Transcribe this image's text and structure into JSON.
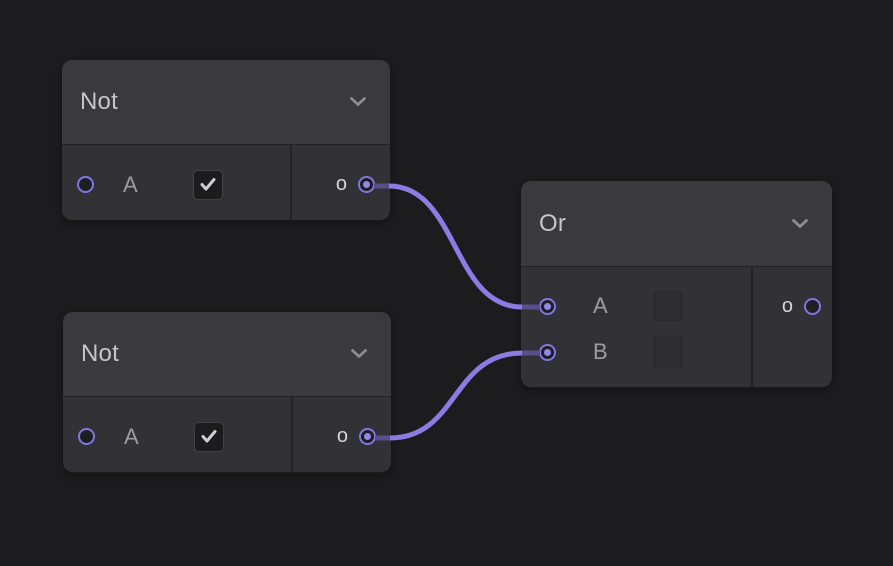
{
  "canvas": {
    "background_color": "#1c1c1e",
    "accent_color": "#8b7be4",
    "wire_color": "#8b7be4",
    "wire_stub_color": "#5a4f8a",
    "port_ring_color": "#8375e3"
  },
  "nodes": [
    {
      "id": "not-1",
      "title": "Not",
      "header_icon": "chevron-down",
      "inputs": [
        {
          "label": "A",
          "connected": false,
          "checkbox": {
            "present": true,
            "checked": true
          }
        }
      ],
      "outputs": [
        {
          "label": "o",
          "connected": true
        }
      ]
    },
    {
      "id": "not-2",
      "title": "Not",
      "header_icon": "chevron-down",
      "inputs": [
        {
          "label": "A",
          "connected": false,
          "checkbox": {
            "present": true,
            "checked": true
          }
        }
      ],
      "outputs": [
        {
          "label": "o",
          "connected": true
        }
      ]
    },
    {
      "id": "or-1",
      "title": "Or",
      "header_icon": "chevron-down",
      "inputs": [
        {
          "label": "A",
          "connected": true,
          "checkbox": {
            "present": true,
            "checked": false
          }
        },
        {
          "label": "B",
          "connected": true,
          "checkbox": {
            "present": true,
            "checked": false
          }
        }
      ],
      "outputs": [
        {
          "label": "o",
          "connected": false
        }
      ]
    }
  ],
  "wires": [
    {
      "from": "not-1.o",
      "to": "or-1.A"
    },
    {
      "from": "not-2.o",
      "to": "or-1.B"
    }
  ]
}
